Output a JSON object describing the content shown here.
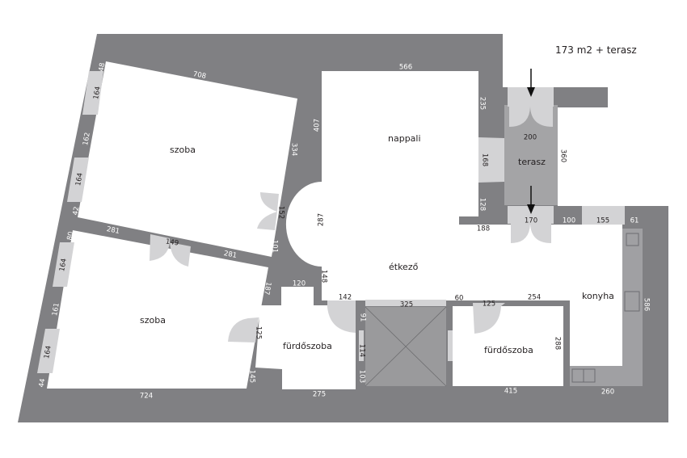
{
  "title": "173 m2 + terasz",
  "colors": {
    "wall": "#808083",
    "window": "#d3d3d5",
    "terrace": "#a4a4a6",
    "counter": "#a0a0a3",
    "room": "#ffffff"
  },
  "rooms": {
    "szoba_top": "szoba",
    "szoba_bottom": "szoba",
    "nappali": "nappali",
    "terasz": "terasz",
    "etkezo": "étkező",
    "konyha": "konyha",
    "furdo_left": "fürdőszoba",
    "furdo_right": "fürdőszoba"
  },
  "dimensions": [
    "48",
    "164",
    "162",
    "164",
    "42",
    "80",
    "164",
    "161",
    "164",
    "44",
    "708",
    "566",
    "407",
    "334",
    "152",
    "287",
    "281",
    "149",
    "281",
    "101",
    "187",
    "120",
    "148",
    "142",
    "125",
    "145",
    "275",
    "724",
    "91",
    "114",
    "103",
    "325",
    "60",
    "125",
    "254",
    "288",
    "415",
    "260",
    "586",
    "235",
    "168",
    "128",
    "188",
    "200",
    "360",
    "170",
    "100",
    "155",
    "61"
  ]
}
